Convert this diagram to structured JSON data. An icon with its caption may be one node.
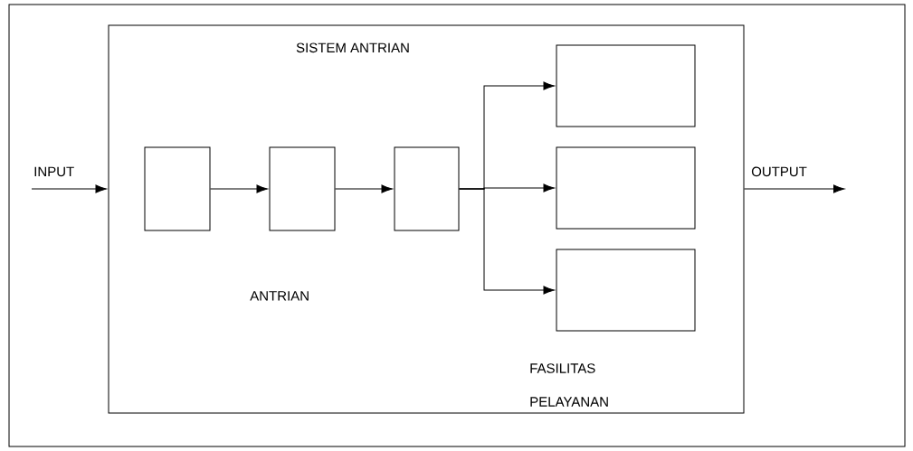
{
  "diagram": {
    "nodes": [
      {
        "text": [
          "SISTEM ANTRIAN"
        ]
      },
      {
        "text": [],
        "shape": "box",
        "in": 0
      },
      {
        "text": [],
        "shape": "box",
        "in": 0
      },
      {
        "text": [],
        "shape": "box",
        "in": 0
      },
      {
        "text": [],
        "shape": "box",
        "in": 0
      },
      {
        "text": [],
        "shape": "box",
        "in": 0
      },
      {
        "text": [],
        "shape": "box",
        "in": 0
      }
    ],
    "edges": [
      {
        "from": null,
        "to": 0,
        "arrow": "to",
        "label": "INPUT"
      },
      {
        "from": 1,
        "to": 2,
        "arrow": "to"
      },
      {
        "from": 2,
        "to": 3,
        "arrow": "to"
      },
      {
        "from": 3,
        "to": 4,
        "arrow": "to"
      },
      {
        "from": 3,
        "to": 5,
        "arrow": "to"
      },
      {
        "from": 3,
        "to": 6,
        "arrow": "to"
      },
      {
        "from": 0,
        "to": null,
        "arrow": "to",
        "label": "OUTPUT"
      }
    ],
    "labels": [
      "ANTRIAN",
      "FASILITAS PELAYANAN"
    ]
  }
}
